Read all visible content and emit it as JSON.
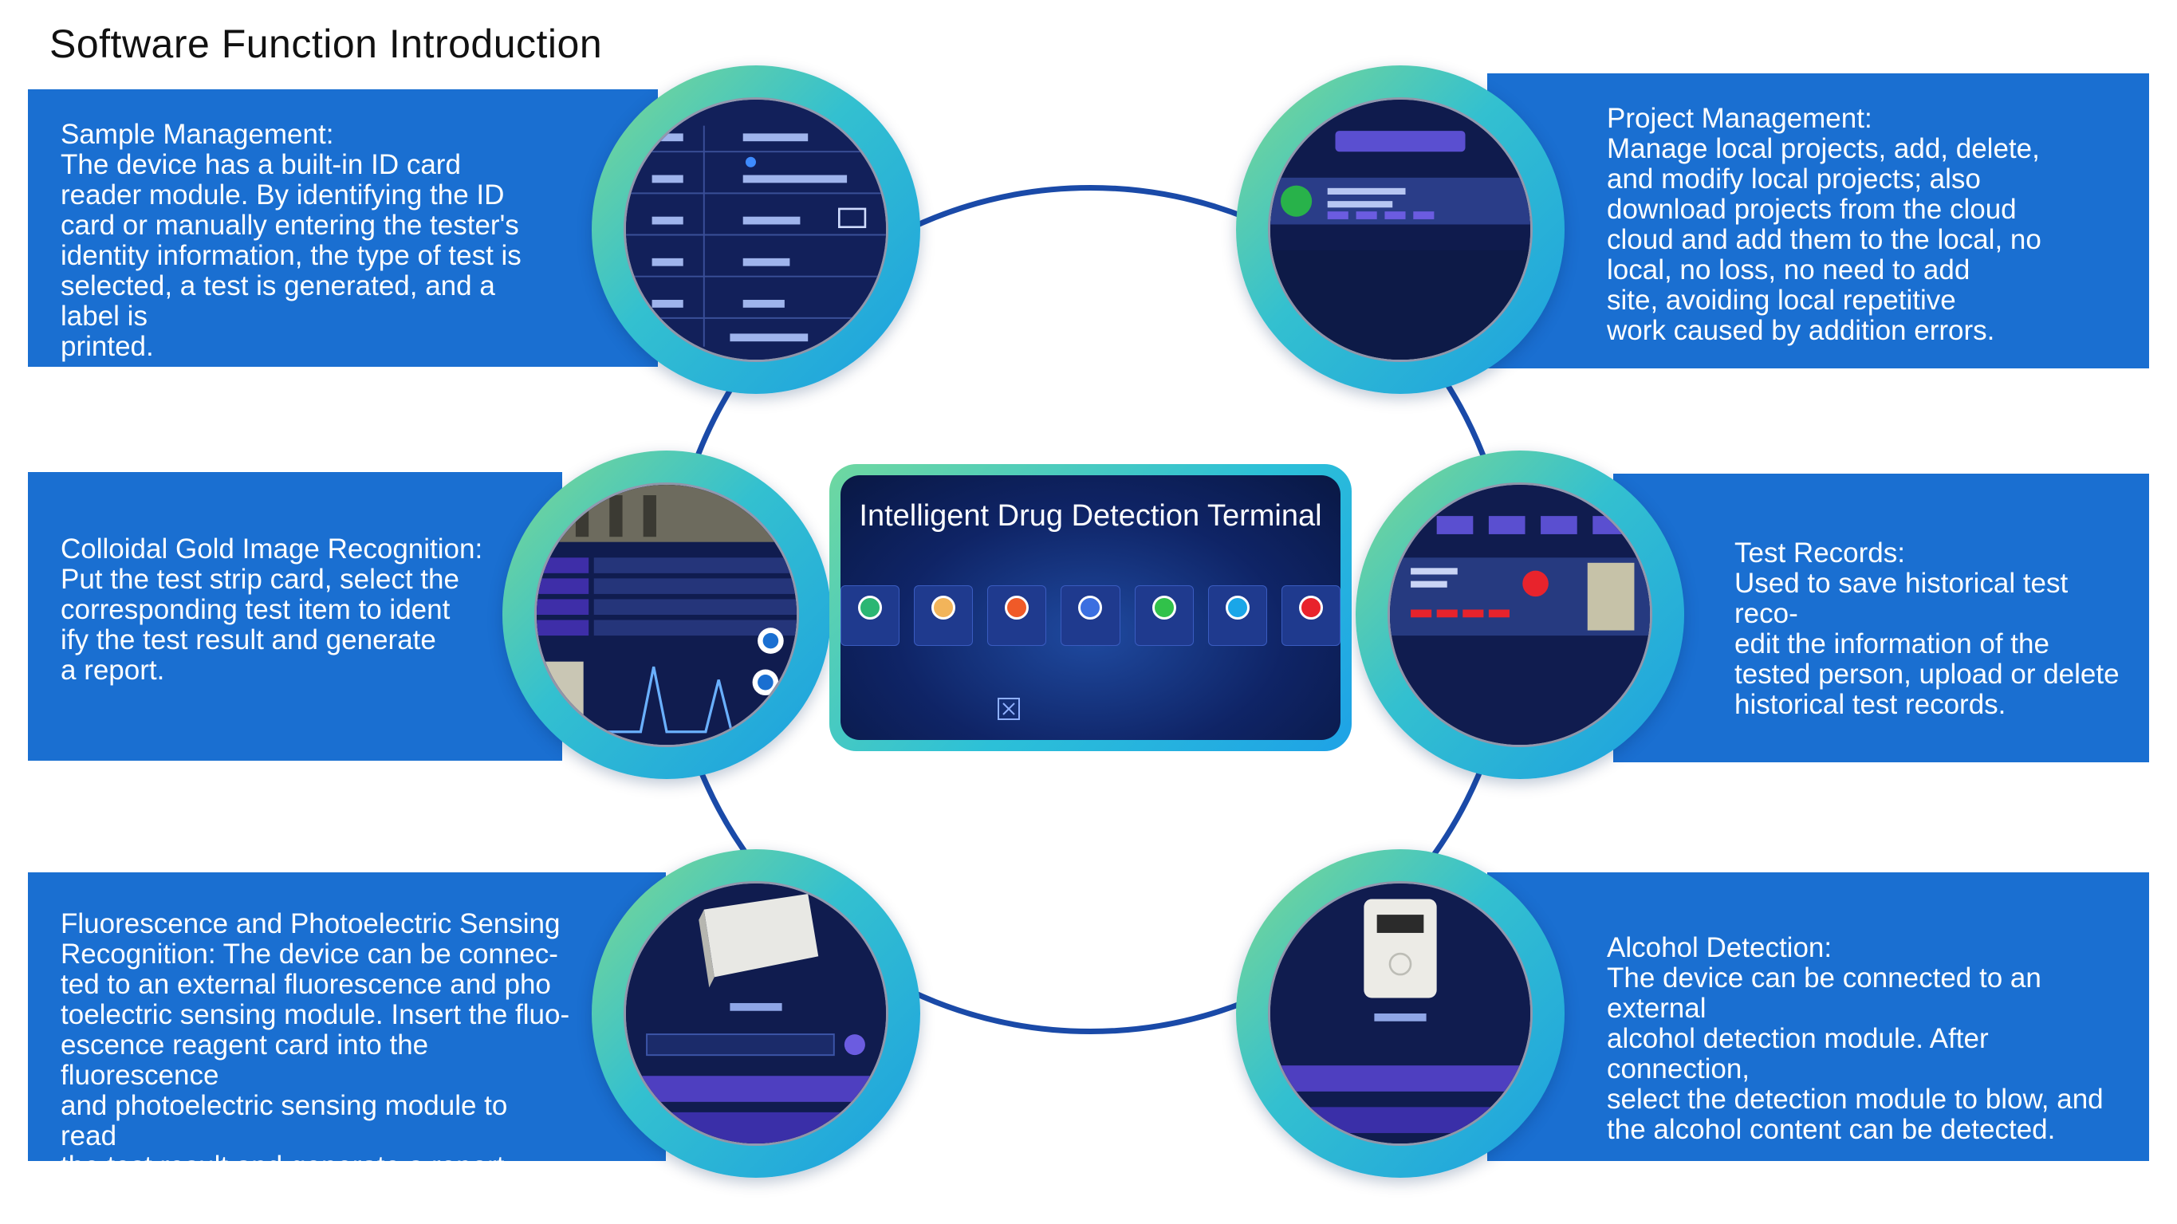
{
  "title": "Software Function Introduction",
  "terminal": {
    "title": "Intelligent Drug Detection Terminal",
    "app_icons": [
      {
        "name": "app-icon-1",
        "color": "#2bb673"
      },
      {
        "name": "app-icon-2",
        "color": "#f2b45a"
      },
      {
        "name": "app-icon-3",
        "color": "#f05a28"
      },
      {
        "name": "app-icon-4",
        "color": "#3b6fe0"
      },
      {
        "name": "app-icon-5",
        "color": "#31c24a"
      },
      {
        "name": "app-icon-6",
        "color": "#1aa6e8"
      },
      {
        "name": "app-icon-7",
        "color": "#e8232c"
      }
    ]
  },
  "sections": {
    "sample": {
      "heading": "Sample Management:",
      "lines": [
        "The device has a built-in ID card",
        "reader module. By identifying the ID",
        "card or manually entering the tester's",
        "identity information, the type of test is",
        "selected, a test is generated, and a label is",
        "printed."
      ]
    },
    "project": {
      "heading": "Project Management:",
      "lines": [
        "Manage local projects, add, delete,",
        "and modify local projects; also",
        "download projects from the cloud",
        "cloud and add them to the local, no",
        "local, no loss, no need to add",
        "site, avoiding local repetitive",
        "work caused by addition errors."
      ]
    },
    "colloidal": {
      "heading": "Colloidal Gold Image Recognition:",
      "lines": [
        "Put the test strip card, select the",
        "corresponding test item to ident",
        "ify the test result and generate",
        "a report."
      ]
    },
    "records": {
      "heading": "Test Records:",
      "lines": [
        "Used to save historical test reco-",
        "edit the information of the",
        "tested person, upload or delete",
        "historical test records."
      ]
    },
    "fluorescence": {
      "heading": "Fluorescence and Photoelectric Sensing",
      "lines": [
        "Recognition: The device can be connec-",
        "ted to an external fluorescence and pho",
        "toelectric sensing module. Insert the fluo-",
        "escence reagent card into the fluorescence",
        "and photoelectric sensing module to read",
        "the test result and generate a report."
      ]
    },
    "alcohol": {
      "heading": "Alcohol Detection:",
      "lines": [
        "The device can be connected to an external",
        "alcohol detection module. After connection,",
        "select the detection module to blow, and",
        "the alcohol content can be detected."
      ]
    }
  },
  "colors": {
    "band": "#1a6fd1",
    "ring": "#1a4aa8",
    "orb_start": "#7fd98f",
    "orb_end": "#1c9fe0"
  }
}
